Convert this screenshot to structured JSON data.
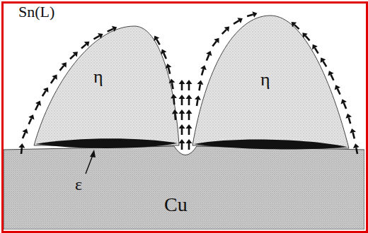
{
  "diagram": {
    "nodes": [
      {
        "text": [
          "η"
        ]
      },
      {
        "text": [
          "η"
        ]
      },
      {
        "text": [
          "Cu"
        ]
      }
    ],
    "labels": [
      "Sn(L)",
      "ε"
    ]
  }
}
